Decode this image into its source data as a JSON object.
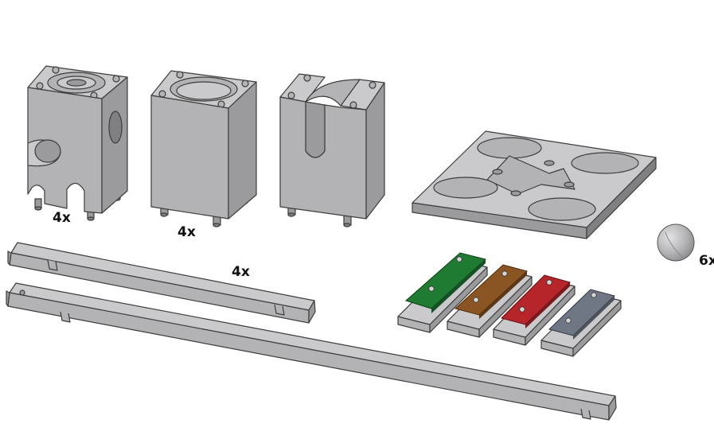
{
  "labels": {
    "cube_a_qty": "4x",
    "cube_b_qty": "4x",
    "rail_qty": "4x",
    "ball_qty": "6x"
  },
  "colors": {
    "part_light": "#c7c7c9",
    "part_mid": "#b1b1b3",
    "part_dark": "#9a9a9c",
    "outline": "#3d3d3d",
    "bar_green": "#1f7a32",
    "bar_brown": "#8a5523",
    "bar_red": "#b5252a",
    "bar_slate": "#6f7784"
  },
  "icons": {
    "cube_a": "junction-cube-icon",
    "cube_b": "basin-cube-icon",
    "cube_c": "slot-cube-icon",
    "plate": "crossroad-plate-icon",
    "rails": "rail-profile-icon",
    "xylophone": "xylophone-bars-icon",
    "ball": "marble-icon"
  }
}
